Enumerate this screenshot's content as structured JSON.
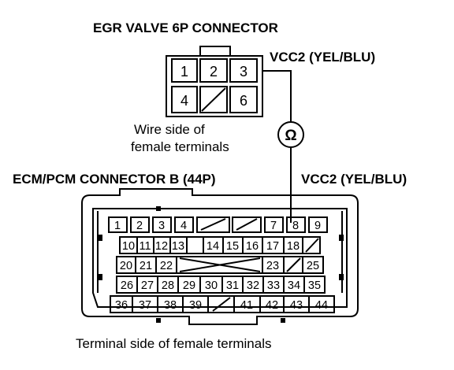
{
  "titles": {
    "egr_connector": "EGR VALVE 6P CONNECTOR",
    "vcc2_top": "VCC2 (YEL/BLU)",
    "wire_side_line1": "Wire side of",
    "wire_side_line2": "female terminals",
    "ecm_connector": "ECM/PCM CONNECTOR B (44P)",
    "vcc2_right": "VCC2 (YEL/BLU)",
    "terminal_side": "Terminal side of female terminals"
  },
  "egr_connector": {
    "terminals": [
      "1",
      "2",
      "3",
      "4",
      "6"
    ],
    "blank_position": "5"
  },
  "meter": {
    "symbol": "Ω",
    "icon": "ohmmeter-icon"
  },
  "ecm_connector": {
    "pin_count": 44,
    "rows": [
      [
        "1",
        "2",
        "3",
        "4",
        "",
        "",
        "7",
        "8",
        "9"
      ],
      [
        "10",
        "11",
        "12",
        "13",
        "14",
        "15",
        "16",
        "17",
        "18",
        ""
      ],
      [
        "20",
        "21",
        "22",
        "",
        "",
        "",
        "",
        "23",
        "",
        "25"
      ],
      [
        "26",
        "27",
        "28",
        "29",
        "30",
        "31",
        "32",
        "33",
        "34",
        "35"
      ],
      [
        "36",
        "37",
        "38",
        "39",
        "",
        "41",
        "42",
        "43",
        "44"
      ]
    ]
  }
}
